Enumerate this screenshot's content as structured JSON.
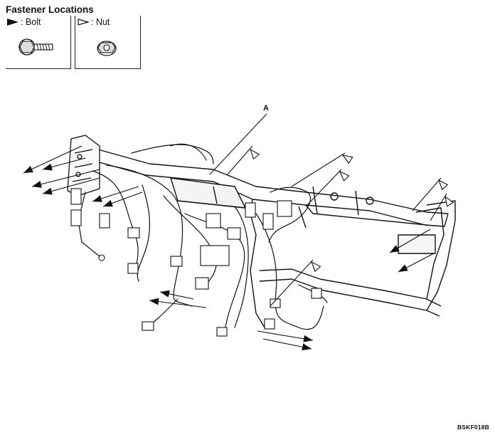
{
  "title": "Fastener Locations",
  "legend": {
    "bolt_label": ": Bolt",
    "nut_label": ": Nut",
    "bolt_icon": "bolt-icon",
    "nut_icon": "nut-icon"
  },
  "callouts": {
    "a_label": "A"
  },
  "figure_code": "BSKF018B"
}
